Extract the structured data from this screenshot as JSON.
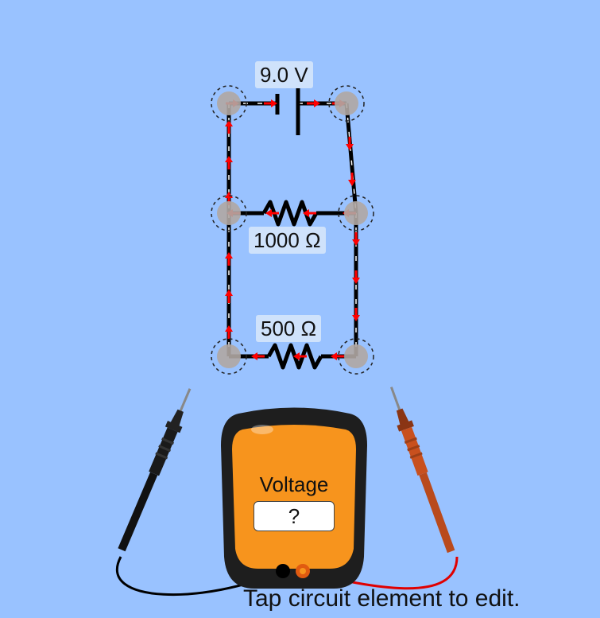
{
  "circuit": {
    "battery": {
      "voltage_label": "9.0 V"
    },
    "resistor_1": {
      "label": "1000 Ω"
    },
    "resistor_2": {
      "label": "500 Ω"
    }
  },
  "meter": {
    "title": "Voltage",
    "readout": "?"
  },
  "hint": "Tap circuit element to edit.",
  "colors": {
    "background": "#99c2ff",
    "label_bg": "#cfe2fb",
    "meter_body": "#f7941d",
    "meter_bezel": "#1e1e1e",
    "current_arrow": "#ff0000",
    "black_probe": "#111111",
    "red_probe": "#c8501e"
  }
}
